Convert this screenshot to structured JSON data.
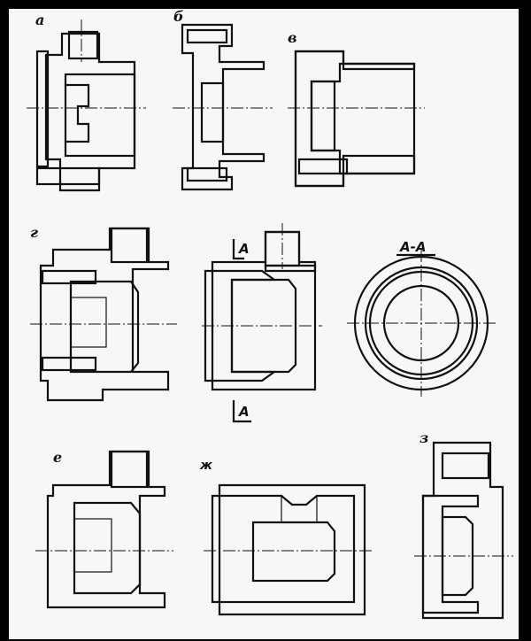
{
  "labels": {
    "a": "а",
    "b": "б",
    "v": "в",
    "g": "г",
    "e": "е",
    "zh": "ж",
    "z": "з"
  },
  "section": {
    "title": "А-А",
    "mark_top": "А",
    "mark_bottom": "А"
  }
}
